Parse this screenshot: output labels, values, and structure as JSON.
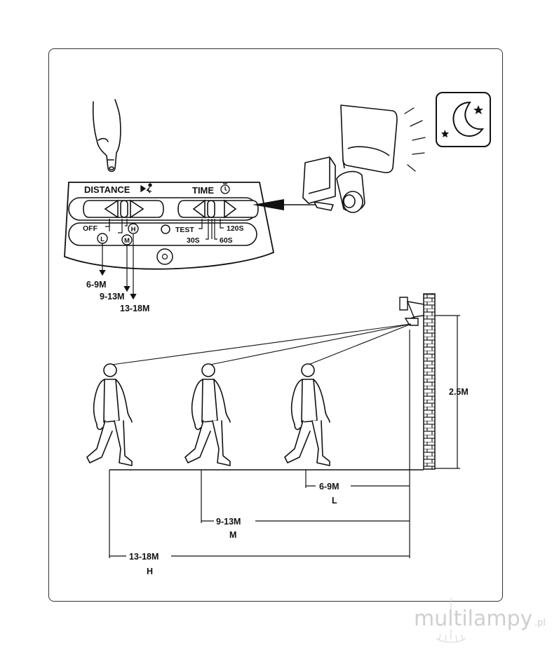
{
  "panel": {
    "distance_label": "DISTANCE",
    "time_label": "TIME",
    "distance_off": "OFF",
    "distance_low": "L",
    "distance_mid": "M",
    "distance_high": "H",
    "time_test": "TEST",
    "time_30": "30S",
    "time_60": "60S",
    "time_120": "120S"
  },
  "distance_outputs": {
    "low": "6-9M",
    "mid": "9-13M",
    "high": "13-18M"
  },
  "scene": {
    "mount_height": "2.5M",
    "range_low": "6-9M",
    "range_low_code": "L",
    "range_mid": "9-13M",
    "range_mid_code": "M",
    "range_high": "13-18M",
    "range_high_code": "H"
  },
  "watermark": {
    "text": "multilampy",
    "suffix": ".pl"
  }
}
